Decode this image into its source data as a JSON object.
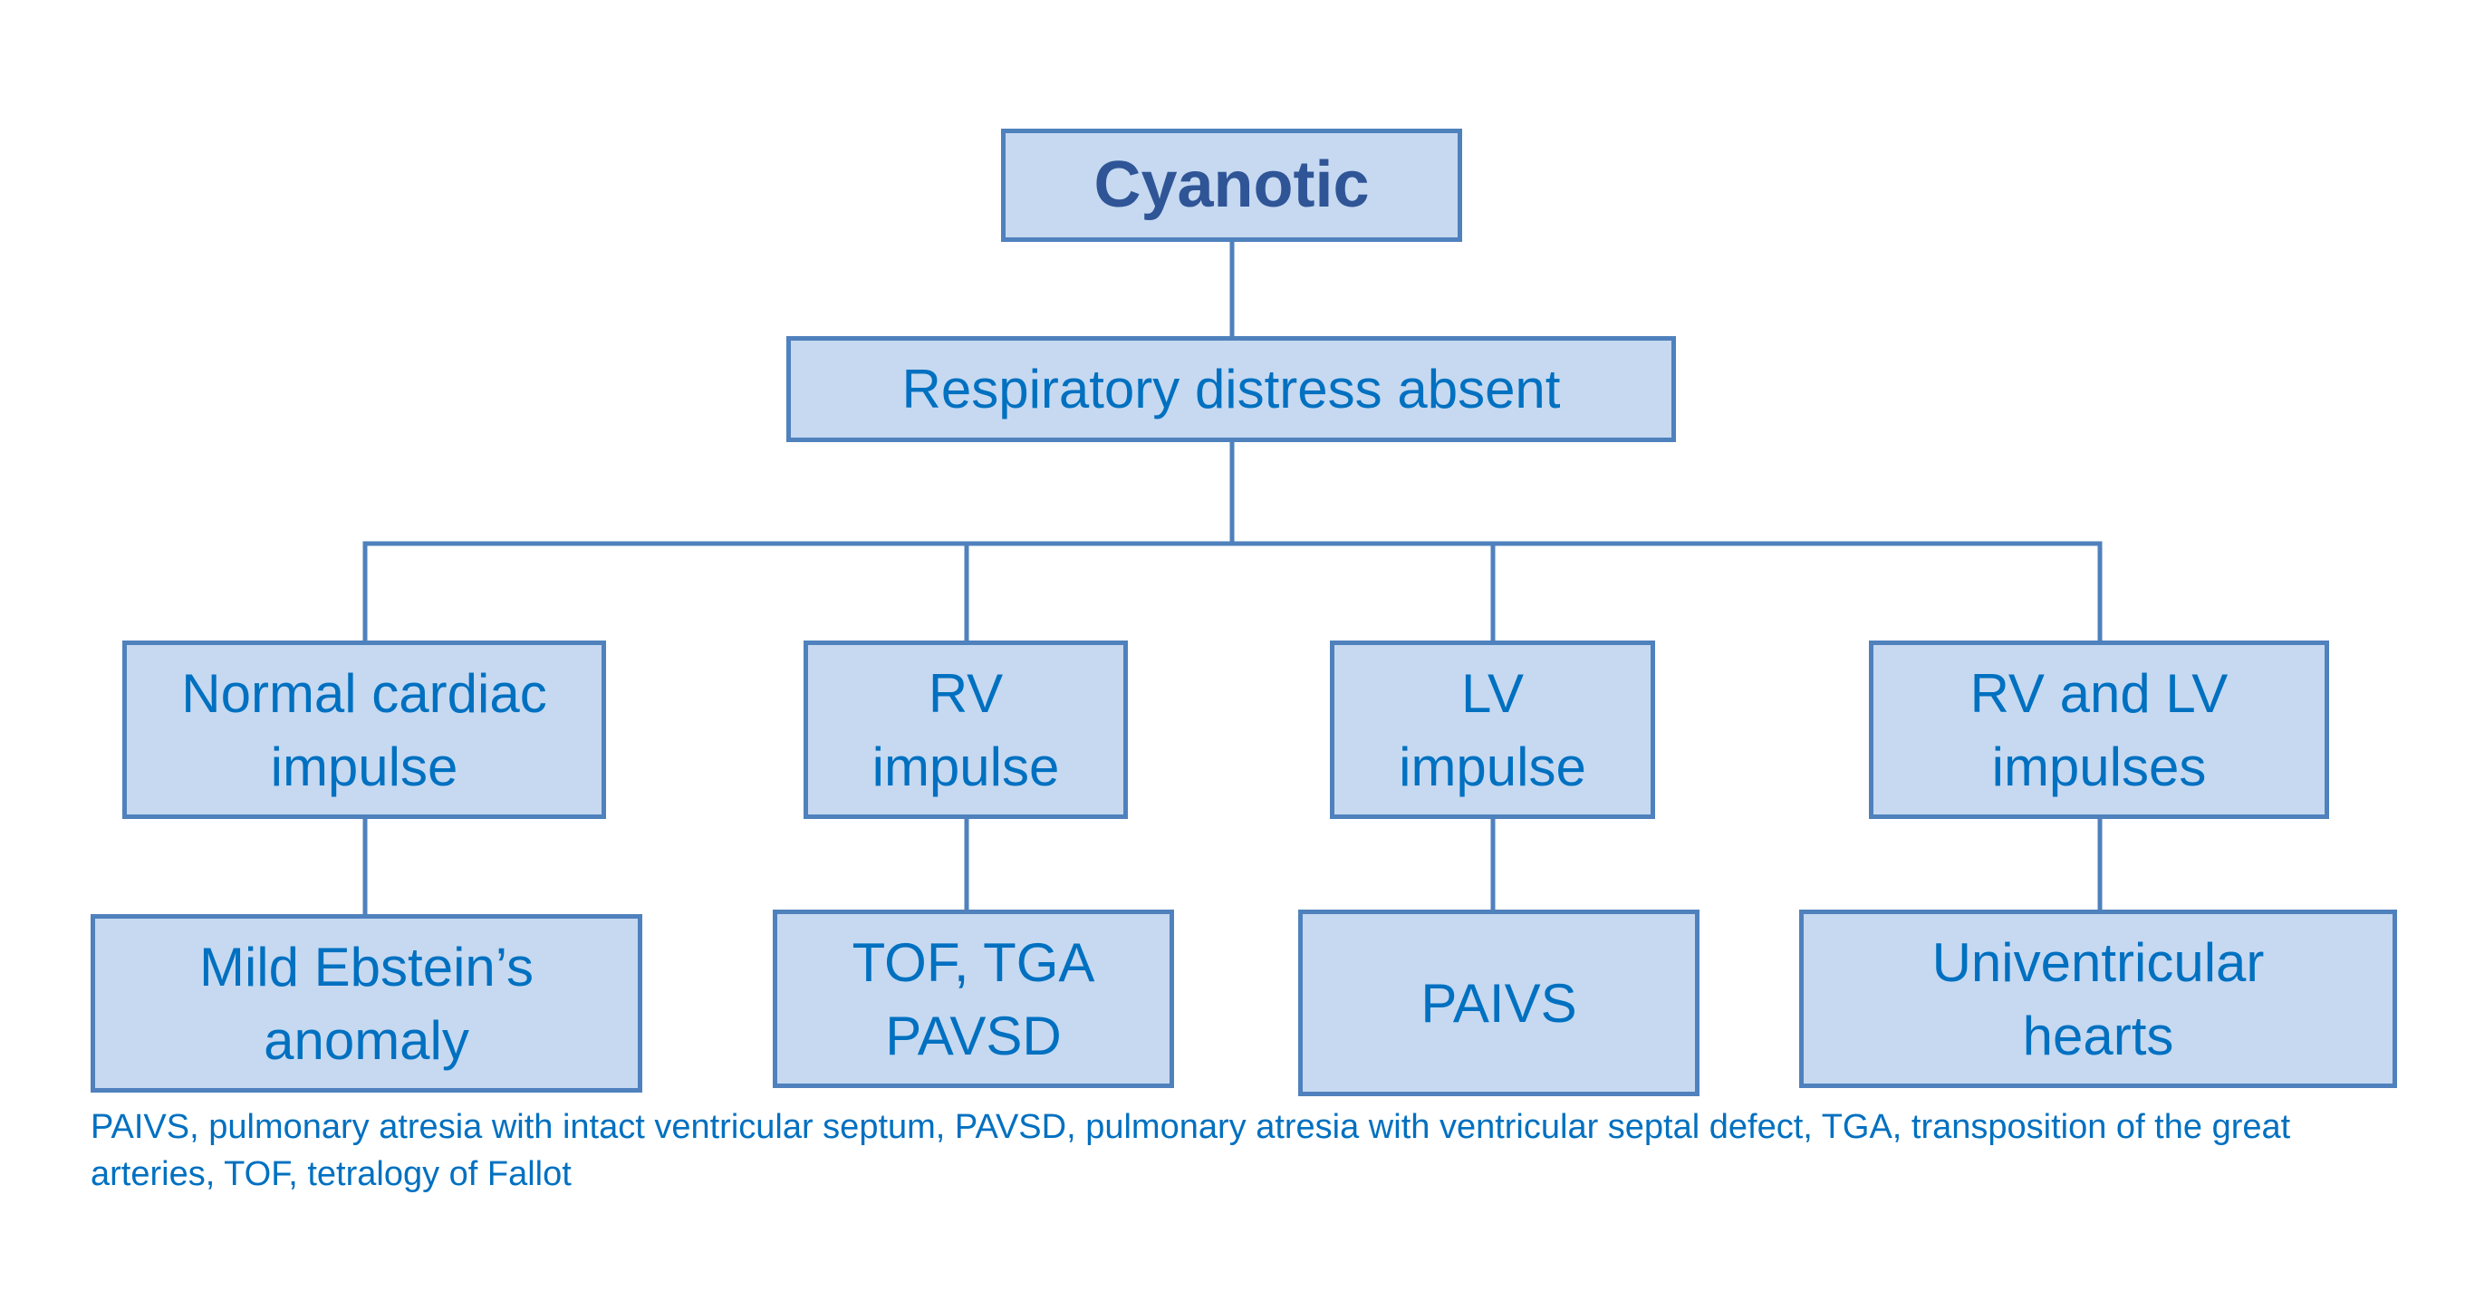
{
  "diagram": {
    "root": {
      "label": "Cyanotic"
    },
    "level1": {
      "label": "Respiratory distress absent"
    },
    "branches": [
      {
        "impulse": "Normal cardiac\nimpulse",
        "diagnosis": "Mild Ebstein’s\nanomaly"
      },
      {
        "impulse": "RV\nimpulse",
        "diagnosis": "TOF, TGA\nPAVSD"
      },
      {
        "impulse": "LV\nimpulse",
        "diagnosis": "PAIVS"
      },
      {
        "impulse": "RV and LV\nimpulses",
        "diagnosis": "Univentricular\nhearts"
      }
    ],
    "footnote": "PAIVS, pulmonary atresia with intact ventricular septum, PAVSD, pulmonary atresia with ventricular septal defect, TGA, transposition of the great arteries, TOF, tetralogy of Fallot"
  },
  "colors": {
    "box_fill": "#c6d9f1",
    "box_border": "#4f81bd",
    "text": "#0070c0",
    "root_text": "#2f5597"
  }
}
